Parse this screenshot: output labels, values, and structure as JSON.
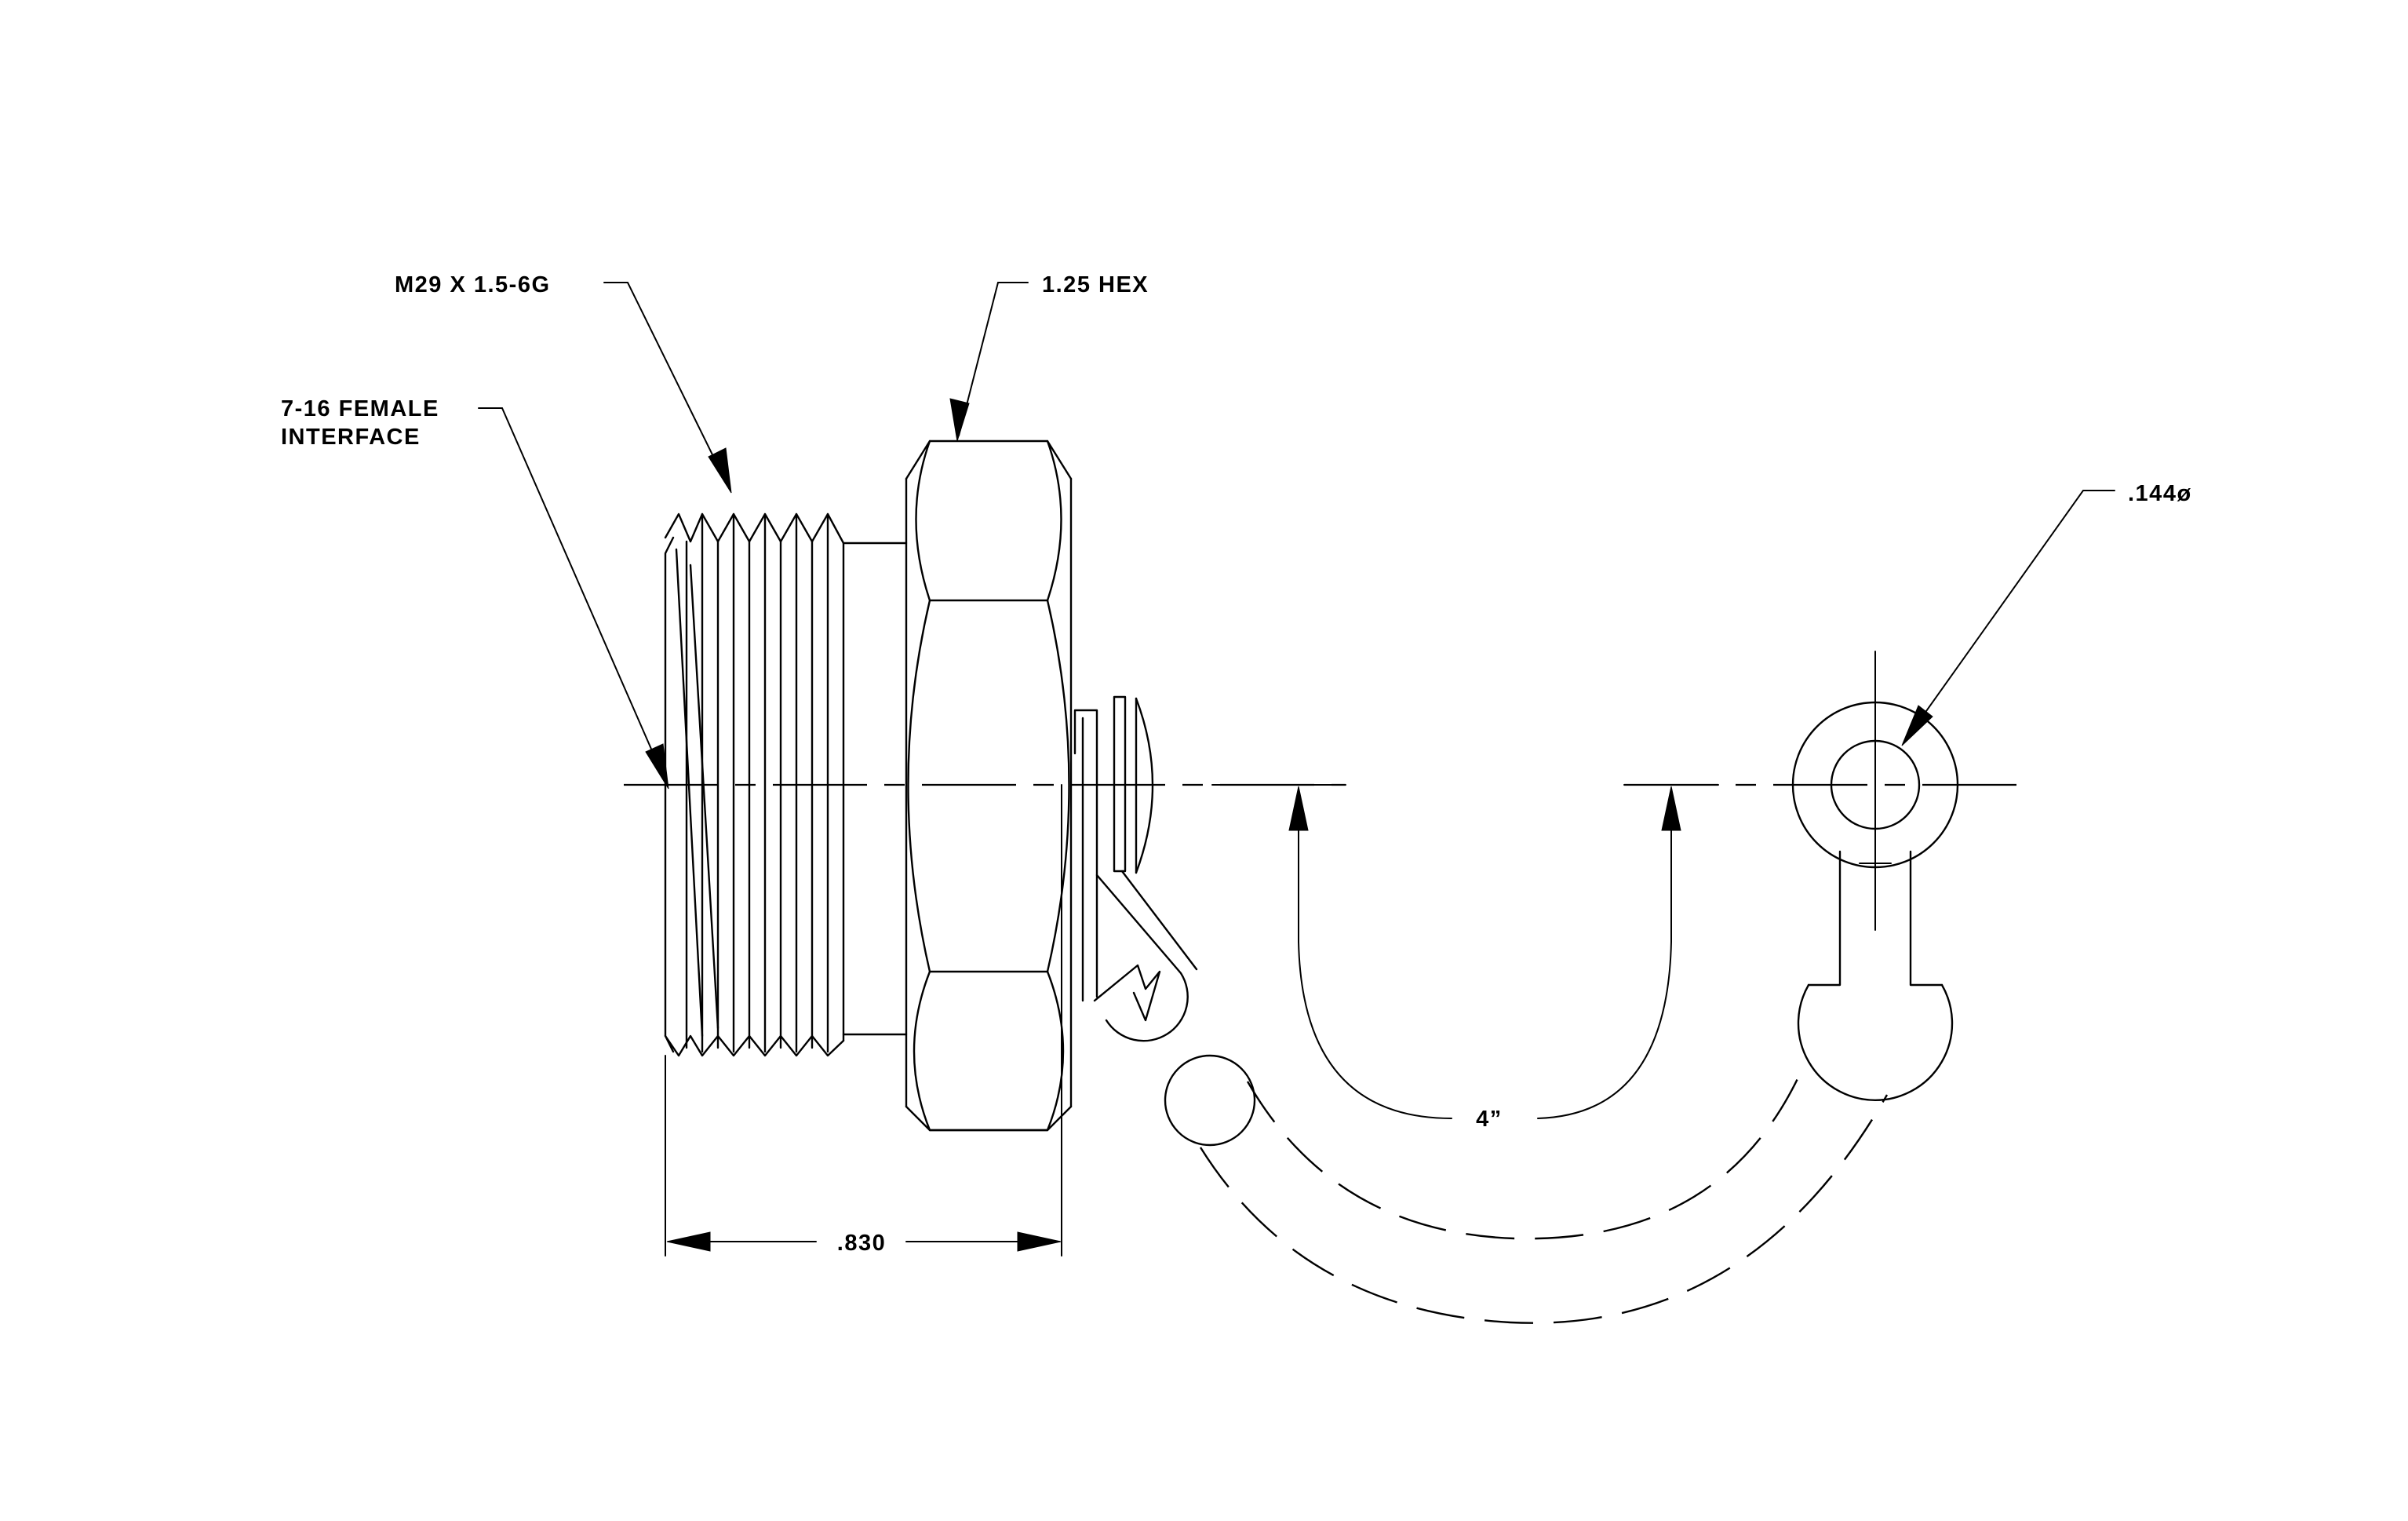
{
  "callouts": {
    "thread": "M29 X 1.5-6G",
    "hex": "1.25 HEX",
    "interface_line1": "7-16 FEMALE",
    "interface_line2": "INTERFACE",
    "hole_diameter": ".144ø"
  },
  "dimensions": {
    "length": ".830",
    "bend_radius": "4”"
  }
}
